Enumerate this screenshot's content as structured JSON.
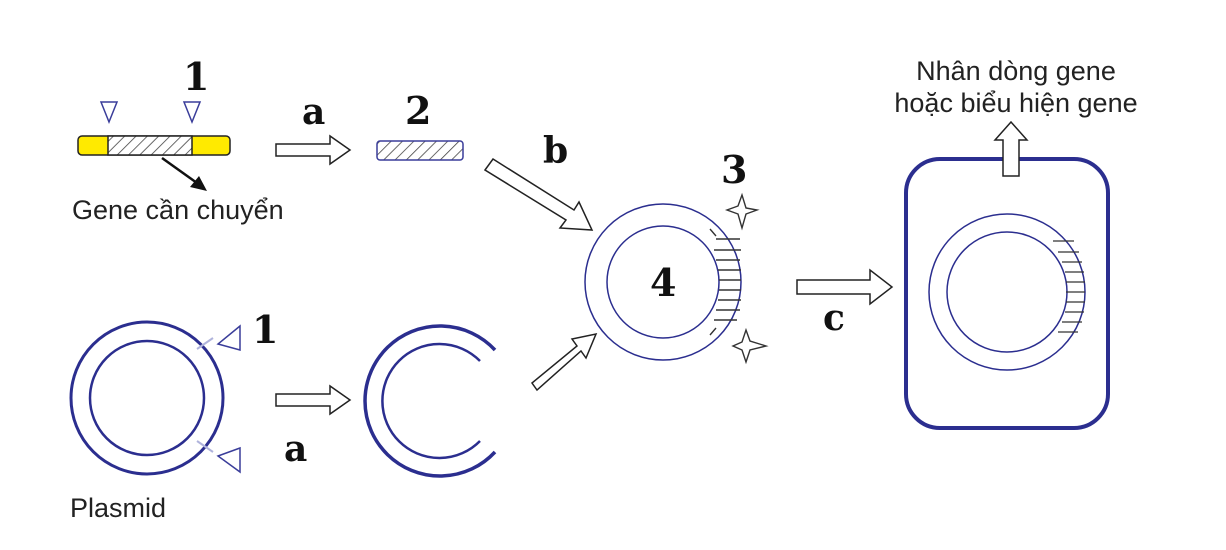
{
  "labels": {
    "num_1_top": "1",
    "num_2": "2",
    "num_3": "3",
    "num_4": "4",
    "num_1_bottom": "1",
    "step_a_top": "a",
    "step_a_bottom": "a",
    "step_b": "b",
    "step_c": "c",
    "gene_caption": "Gene cần chuyển",
    "plasmid_caption": "Plasmid",
    "result_line1": "Nhân dòng gene",
    "result_line2": "hoặc biểu hiện gene"
  },
  "colors": {
    "plasmid_blue": "#2b2e8f",
    "gene_yellow": "#ffea00",
    "outline": "#222222"
  },
  "icons": {
    "cut_site": "triangle-marker-icon",
    "arrow": "hollow-arrow-icon",
    "sticky_end": "star-burst-icon"
  }
}
